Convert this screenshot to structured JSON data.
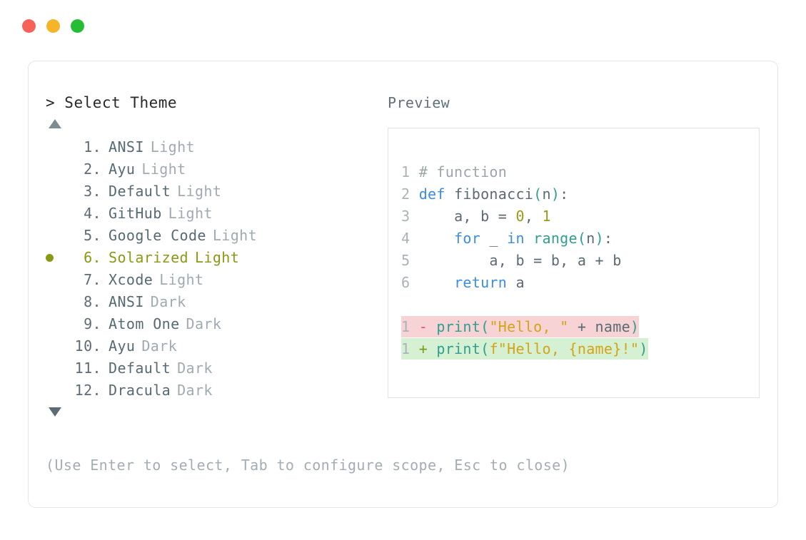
{
  "window": {
    "traffic_lights": [
      {
        "name": "close-button",
        "color": "#f8615a"
      },
      {
        "name": "minimize-button",
        "color": "#f6b429"
      },
      {
        "name": "maximize-button",
        "color": "#26bd36"
      }
    ]
  },
  "picker": {
    "prompt_symbol": "> ",
    "title": "Select Theme",
    "scroll_up_icon": "triangle-up",
    "scroll_down_icon": "triangle-down",
    "selected_index": 6,
    "selected_color": "#889a12",
    "items": [
      {
        "index": "1",
        "name": "ANSI",
        "variant": "Light",
        "selected": false
      },
      {
        "index": "2",
        "name": "Ayu",
        "variant": "Light",
        "selected": false
      },
      {
        "index": "3",
        "name": "Default",
        "variant": "Light",
        "selected": false
      },
      {
        "index": "4",
        "name": "GitHub",
        "variant": "Light",
        "selected": false
      },
      {
        "index": "5",
        "name": "Google Code",
        "variant": "Light",
        "selected": false
      },
      {
        "index": "6",
        "name": "Solarized",
        "variant": "Light",
        "selected": true
      },
      {
        "index": "7",
        "name": "Xcode",
        "variant": "Light",
        "selected": false
      },
      {
        "index": "8",
        "name": "ANSI",
        "variant": "Dark",
        "selected": false
      },
      {
        "index": "9",
        "name": "Atom One",
        "variant": "Dark",
        "selected": false
      },
      {
        "index": "10",
        "name": "Ayu",
        "variant": "Dark",
        "selected": false
      },
      {
        "index": "11",
        "name": "Default",
        "variant": "Dark",
        "selected": false
      },
      {
        "index": "12",
        "name": "Dracula",
        "variant": "Dark",
        "selected": false
      }
    ]
  },
  "preview": {
    "title": "Preview",
    "code_lines": [
      {
        "number": "1",
        "text": "# function"
      },
      {
        "number": "2",
        "text": "def fibonacci(n):"
      },
      {
        "number": "3",
        "text": "    a, b = 0, 1"
      },
      {
        "number": "4",
        "text": "    for _ in range(n):"
      },
      {
        "number": "5",
        "text": "        a, b = b, a + b"
      },
      {
        "number": "6",
        "text": "    return a"
      }
    ],
    "diff_lines": [
      {
        "number": "1",
        "marker": "-",
        "text": "print(\"Hello, \" + name)",
        "kind": "deleted",
        "background": "#f7d3d5"
      },
      {
        "number": "1",
        "marker": "+",
        "text": "print(f\"Hello, {name}!\")",
        "kind": "added",
        "background": "#d6f0d3"
      }
    ]
  },
  "hint": "(Use Enter to select, Tab to configure scope, Esc to close)"
}
